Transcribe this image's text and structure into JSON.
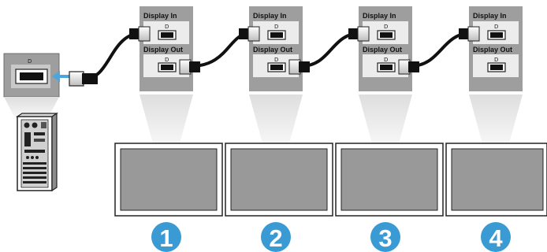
{
  "diagram": {
    "source": {
      "port_icon": "displayport-icon"
    },
    "monitors": [
      {
        "number": "1",
        "display_in_label": "Display In",
        "display_out_label": "Display Out"
      },
      {
        "number": "2",
        "display_in_label": "Display In",
        "display_out_label": "Display Out"
      },
      {
        "number": "3",
        "display_in_label": "Display In",
        "display_out_label": "Display Out"
      },
      {
        "number": "4",
        "display_in_label": "Display In",
        "display_out_label": "Display Out"
      }
    ],
    "port_glyph": "D",
    "colors": {
      "panel": "#9e9e9e",
      "port_light": "#ececec",
      "beam": "#e6e6e6",
      "screen": "#999999",
      "bezel": "#ffffff",
      "outline": "#222222",
      "cable": "#111111",
      "badge": "#3a9ad3",
      "arrow": "#4aa6dc"
    }
  }
}
